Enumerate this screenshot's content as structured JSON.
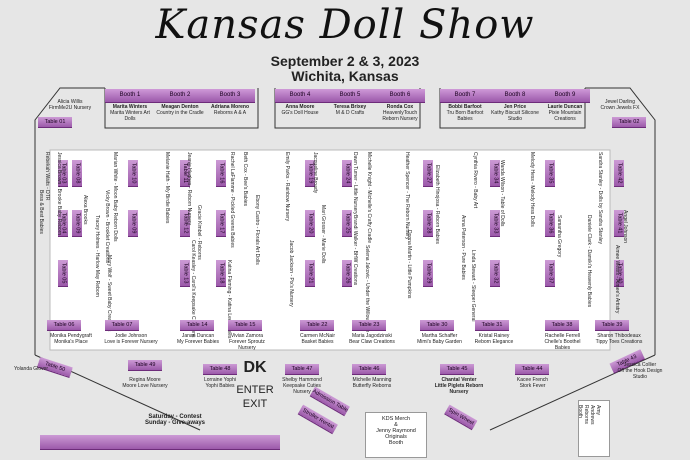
{
  "title": "Kansas Doll Show",
  "dates": "September 2 & 3, 2023",
  "place": "Wichita, Kansas",
  "booths": [
    {
      "id": "Booth 1",
      "l1": "Marita Winters",
      "l2": "Marita Winters Art Dolls"
    },
    {
      "id": "Booth 2",
      "l1": "Meagan Denton",
      "l2": "Country in the Cradle"
    },
    {
      "id": "Booth 3",
      "l1": "Adriana Moreno",
      "l2": "Reborns A & A"
    },
    {
      "id": "Booth 4",
      "l1": "Anna Moore",
      "l2": "GG's Doll House"
    },
    {
      "id": "Booth 5",
      "l1": "Teresa Brixey",
      "l2": "M & D Crafts"
    },
    {
      "id": "Booth 6",
      "l1": "Ronda Cox",
      "l2": "HeavenlyTouch Reborn Nursery"
    },
    {
      "id": "Booth 7",
      "l1": "Bobbi Barfoot",
      "l2": "Tru Born Barfoot Babies"
    },
    {
      "id": "Booth 8",
      "l1": "Jen Price",
      "l2": "Kathy Biscuit Silicone Studio"
    },
    {
      "id": "Booth 9",
      "l1": "Laurie Duncan",
      "l2": "Pixie Mountain Creations"
    }
  ],
  "tables": {
    "t01": "Table 01",
    "t02": "Table 02",
    "t03": "Table 03",
    "t04": "Table 04",
    "t05": "Table 05",
    "t06": "Table 06",
    "t07": "Table 07",
    "t08": "Table 08",
    "t09": "Table 09",
    "t10": "Table 10",
    "t11": "Table 11",
    "t12": "Table 12",
    "t13": "Table 13",
    "t14": "Table 14",
    "t15": "Table 15",
    "t16": "Table 16",
    "t17": "Table 17",
    "t18": "Table 18",
    "t19": "Table 19",
    "t20": "Table 20",
    "t21": "Table 21",
    "t22": "Table 22",
    "t23": "Table 23",
    "t24": "Table 24",
    "t25": "Table 25",
    "t26": "Table 26",
    "t27": "Table 27",
    "t28": "Table 28",
    "t29": "Table 29",
    "t30": "Table 30",
    "t31": "Table 31",
    "t32": "Table 32",
    "t33": "Table 33",
    "t34": "Table 34",
    "t35": "Table 35",
    "t36": "Table 36",
    "t37": "Table 37",
    "t38": "Table 38",
    "t39": "Table 39",
    "t40": "Table 40",
    "t41": "Table 41",
    "t42": "Table 42",
    "t43": "Table 43",
    "t45": "Table 45",
    "t46": "Table 46",
    "t47": "Table 47",
    "t48": "Table 48",
    "t49": "Table 49",
    "t50": "Table 50"
  },
  "vendors": {
    "alicia": "Alicia Willis\nFirmMe2U Nursery",
    "jewel": "Jewel Darling\nCrown Jewels FX",
    "monika": "Monika Pendygraft\nMonika's Place",
    "jodie": "Jodie Johnson\nLove is Forever Nursery",
    "janan": "Janan Duncan\nMy Forever Babies",
    "vivian": "Vivian Zamora\nForever Sproutz\nNursery",
    "carmen": "Carmen McNair\nBasket Babies",
    "maria": "Maria Jagodzinski\nBear Claw Creations",
    "martha": "Martha Schaffer\nMimi's Baby Garden",
    "kristal": "Kristal Rainey\nReborn Elegance",
    "rachelle": "Rachelle Ferrell\nChelle's Boothel\nBabies",
    "sharon": "Sharon Thibodeaux\nTippy Toes Creations",
    "yolanda": "Yolanda Glover",
    "regina": "Regina Moore\nMoore Love Nursery",
    "lorraine": "Lorraine Yophi\nYophi Babies",
    "shelby": "Shelby Hammond\nKeepsake Cuties\nNursery",
    "michelle": "Michelle Manning\nButterfly Reborns",
    "chantal": "Chantal Venter\nLittle Piglets Reborn\nNursery",
    "kacee": "Kacee French\nStork Fever",
    "jessica": "Jessica Collier\nOff the Hook Design\nStudio"
  },
  "vert": {
    "rebekah": "Rebekah Waits - DTR",
    "jessica_b": "Jessica Brown - Brooke Baby Reborn",
    "marian": "Marian White - Moon Baby Reborn Dolls",
    "vicky": "Vicky Brown - Brooklet Creations",
    "bess": "Bess & Best Babies",
    "alexa": "Alexa Brooks",
    "tracey": "Tracey Holmes - Harlow May Reborn",
    "mary": "Mary Wolf - Sweet Baby Creations",
    "melanie": "Melanie Hath - My Birdie Babies",
    "jeanie": "Jeanie Hughes - Reborn Nursery",
    "gracie": "Gracie Kimbel - Reborns",
    "carol": "Carol Keasley - Carol's Keepsake Creations",
    "rachel": "Rachel LaFlamme - Pickled Greens Babies",
    "beth": "Beth Cox - Bee's Babies",
    "ebony": "Ebony Castro - Florals Art Dolls",
    "katina": "Katina Fleming - Katina Lee Babies",
    "emily": "Emily Parks - Rainbow Nursery",
    "jacqueline": "Jacqueline Broady",
    "jacob": "Jacob Jackson - Pix's Nursery",
    "mari": "Mari Grosser - Marie Dolls",
    "brandi": "Brandi Walker - BHW Creations",
    "selena": "Selena Jakovic - Under the Willow Tree",
    "dawn": "Dawn Turner - Little Nursery",
    "michelle_k": "Michelle Knight - Michelle's Crafty Cradle",
    "heather": "Heather Spencer - The Reborn Nursery",
    "donna": "Donna Martin - Little Pumpkins",
    "elizabeth": "Elizabeth Hinojosa - Reborn Babies",
    "anna_p": "Anna Peterson - Pure Babies",
    "cynthia": "Cynthia Rivero - Baby Art",
    "linda": "Linda Stewart - Sleeper General",
    "wanda": "Wanda Wilson - Table of Dolls",
    "melody": "Melody Hess - Melody Hess Dolls",
    "samantha": "Samantha Gregory",
    "daniele": "Daniele Clark - Damiki's Heavenly Babies",
    "sandra": "Sandra Stanley - Dolls by Sandra Stanley",
    "angel": "Angel Johnson",
    "aimee": "Aimee Wears - Aimee's Artistry"
  },
  "labels": {
    "enter": "ENTER",
    "exit": "EXIT",
    "admission": "Admission Table",
    "stroller": "Stroller Rental",
    "kds": "KDS Merch\n&\nJenny Raymond\nOriginals\nBooth",
    "spin": "Spin Wheel",
    "contest": "Saturday - Contest\nSunday - Give-aways",
    "amy": "Amy Andrews\nReborns\nBooth"
  }
}
